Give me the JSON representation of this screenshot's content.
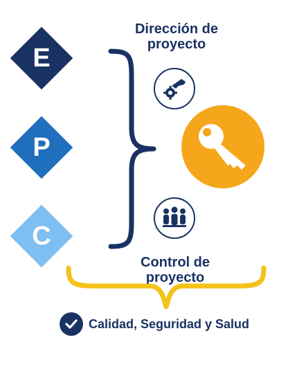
{
  "colors": {
    "navy": "#1a3263",
    "blue": "#1f6fbd",
    "light_blue": "#7fbef0",
    "orange": "#f5a61a",
    "bracket_yellow": "#f5c21a"
  },
  "phases": [
    {
      "letter": "E",
      "color": "#1a3263"
    },
    {
      "letter": "P",
      "color": "#1f6fbd"
    },
    {
      "letter": "C",
      "color": "#7fbef0"
    }
  ],
  "direction": {
    "line1": "Dirección de",
    "line2": "proyecto",
    "icon": "hand-gear-icon"
  },
  "control": {
    "line1": "Control de",
    "line2": "proyecto",
    "icon": "team-icon"
  },
  "center_icon": "key-icon",
  "footer": {
    "label": "Calidad, Seguridad y Salud",
    "icon": "check-icon"
  }
}
